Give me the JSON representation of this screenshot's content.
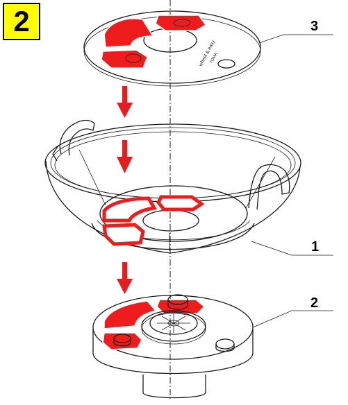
{
  "step": {
    "number": "2",
    "badge_color": "#ffff00"
  },
  "callouts": [
    {
      "id": "cover-disc",
      "label": "3"
    },
    {
      "id": "bowl",
      "label": "1"
    },
    {
      "id": "base",
      "label": "2"
    }
  ],
  "disc_text": {
    "line1": "wheel & easy",
    "line2": "TOMA"
  },
  "colors": {
    "highlight_red": "#ee1c1c",
    "arrow_red": "#e31e1e",
    "line": "#1a1a1a"
  },
  "icons": [
    "down-arrow-icon"
  ]
}
